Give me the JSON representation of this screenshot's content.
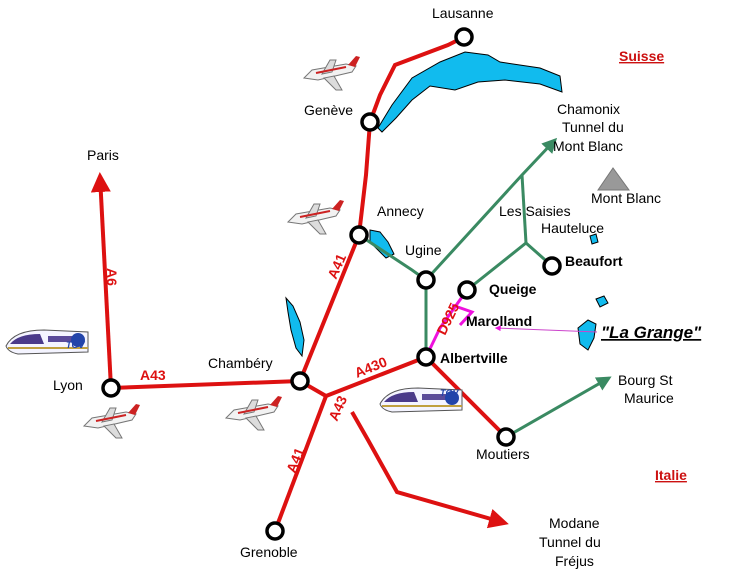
{
  "countries": {
    "switzerland": "Suisse",
    "italy": "Italie"
  },
  "cities": {
    "lausanne": "Lausanne",
    "geneve": "Genève",
    "paris": "Paris",
    "annecy": "Annecy",
    "ugine": "Ugine",
    "lyon": "Lyon",
    "chambery": "Chambéry",
    "albertville": "Albertville",
    "queige": "Queige",
    "marolland": "Marolland",
    "beaufort": "Beaufort",
    "moutiers": "Moutiers",
    "grenoble": "Grenoble",
    "les_saisies": "Les Saisies",
    "hauteluce": "Hauteluce",
    "mont_blanc": "Mont Blanc",
    "chamonix": [
      "Chamonix",
      "Tunnel du",
      "Mont Blanc"
    ],
    "bourg": [
      "Bourg St",
      "Maurice"
    ],
    "modane": [
      "Modane",
      "Tunnel du",
      "Fréjus"
    ]
  },
  "roads": {
    "a6": "A6",
    "a43_west": "A43",
    "a41_north": "A41",
    "a430": "A430",
    "a43_south": "A43",
    "a41_south": "A41",
    "d925": "D925"
  },
  "destination": "\"La Grange\"",
  "tgv_label": "TGV",
  "colors": {
    "motorway": "#dd1111",
    "secondary": "#3a8a62",
    "local": "#ee11dd",
    "water": "#11bbee",
    "pointer": "#cc44cc"
  },
  "icons": [
    "airplane-icon",
    "tgv-train-icon",
    "mountain-icon",
    "city-marker-icon"
  ]
}
